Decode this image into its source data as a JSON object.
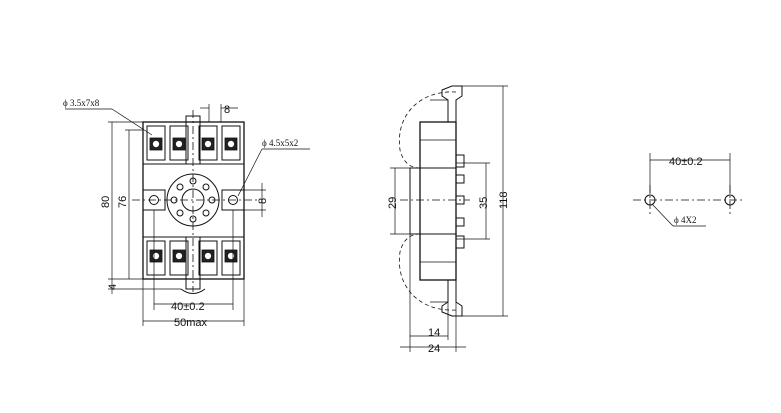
{
  "front_view": {
    "callout_top_left": "ϕ 3.5x7x8",
    "callout_right": "ϕ 4.5x5x2",
    "dim_top_width": "8",
    "dim_side_height": "8",
    "dim_height_outer": "80",
    "dim_height_inner": "76",
    "dim_bottom_offset": "4",
    "dim_hole_spacing": "40±0.2",
    "dim_max_width": "50max"
  },
  "side_view": {
    "dim_inner_height": "29",
    "dim_mid_height": "35",
    "dim_total_height": "118",
    "dim_depth_inner": "14",
    "dim_depth_outer": "24"
  },
  "mount_view": {
    "dim_spacing": "40±0.2",
    "callout_holes": "ϕ 4X2"
  }
}
